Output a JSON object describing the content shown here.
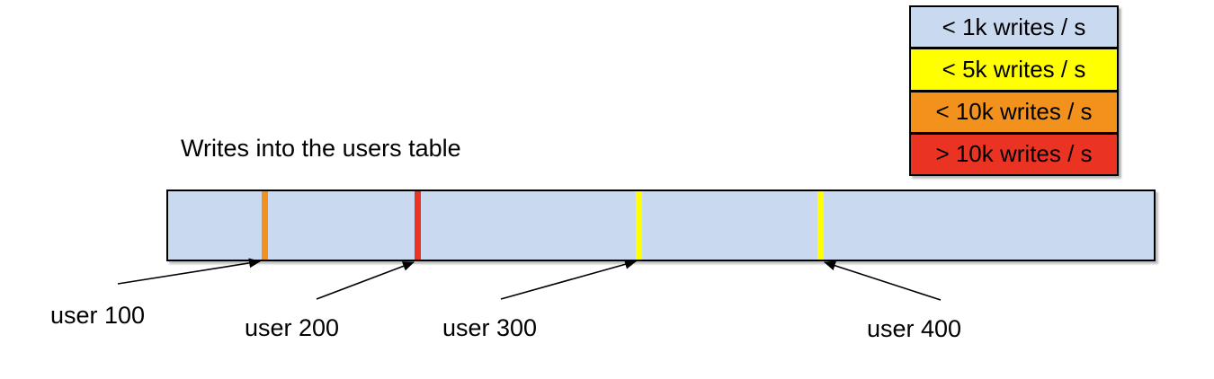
{
  "title": "Writes into the users table",
  "legend": {
    "items": [
      {
        "label": "< 1k writes / s",
        "color": "#c9d9f0"
      },
      {
        "label": "< 5k writes / s",
        "color": "#ffff00"
      },
      {
        "label": "< 10k writes / s",
        "color": "#f2921d"
      },
      {
        "label": "> 10k writes / s",
        "color": "#eb3323"
      }
    ]
  },
  "bar": {
    "fill": "#c9d9f0",
    "border": "#000000"
  },
  "markers": [
    {
      "label": "user 100",
      "color": "#f2921d",
      "rate_band": "< 10k writes / s",
      "position_pct": 9.8
    },
    {
      "label": "user 200",
      "color": "#eb3323",
      "rate_band": "> 10k writes / s",
      "position_pct": 25.3
    },
    {
      "label": "user 300",
      "color": "#ffff00",
      "rate_band": "< 5k writes / s",
      "position_pct": 47.8
    },
    {
      "label": "user 400",
      "color": "#ffff00",
      "rate_band": "< 5k writes / s",
      "position_pct": 66.2
    }
  ]
}
